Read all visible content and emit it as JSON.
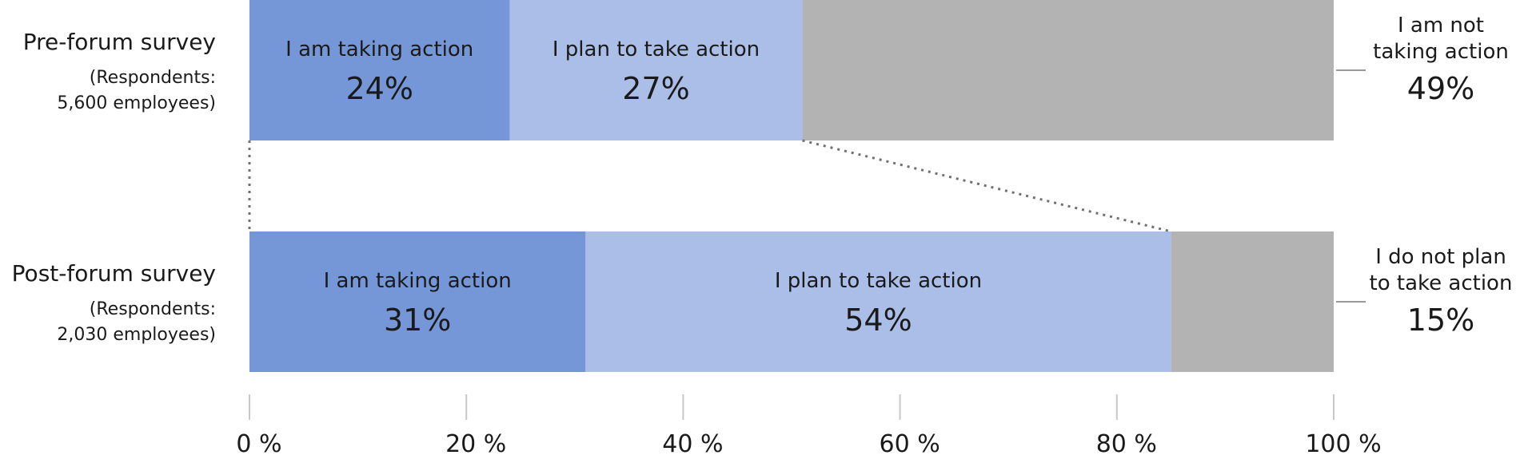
{
  "chart_data": {
    "type": "bar",
    "orientation": "horizontal",
    "stacked": true,
    "xlim": [
      0,
      100
    ],
    "x_ticks": [
      0,
      20,
      40,
      60,
      80,
      100
    ],
    "x_tick_labels": [
      "0 %",
      "20 %",
      "40 %",
      "60 %",
      "80 %",
      "100 %"
    ],
    "grid": false,
    "connector_lines": "dotted",
    "rows": [
      {
        "title": "Pre-forum survey",
        "subtitle_lines": [
          "(Respondents:",
          "5,600 employees)"
        ],
        "segments": [
          {
            "label": "I am taking action",
            "value": 24,
            "value_label": "24%",
            "color": "#7697d7"
          },
          {
            "label": "I plan to take action",
            "value": 27,
            "value_label": "27%",
            "color": "#abbee7"
          },
          {
            "label_lines": [
              "I am not",
              "taking action"
            ],
            "value": 49,
            "value_label": "49%",
            "color": "#b3b3b3",
            "label_outside": true
          }
        ]
      },
      {
        "title": "Post-forum survey",
        "subtitle_lines": [
          "(Respondents:",
          "2,030 employees)"
        ],
        "segments": [
          {
            "label": "I am taking action",
            "value": 31,
            "value_label": "31%",
            "color": "#7697d7"
          },
          {
            "label": "I plan to take action",
            "value": 54,
            "value_label": "54%",
            "color": "#abbee7"
          },
          {
            "label_lines": [
              "I do not plan",
              "to take action"
            ],
            "value": 15,
            "value_label": "15%",
            "color": "#b3b3b3",
            "label_outside": true
          }
        ]
      }
    ]
  }
}
